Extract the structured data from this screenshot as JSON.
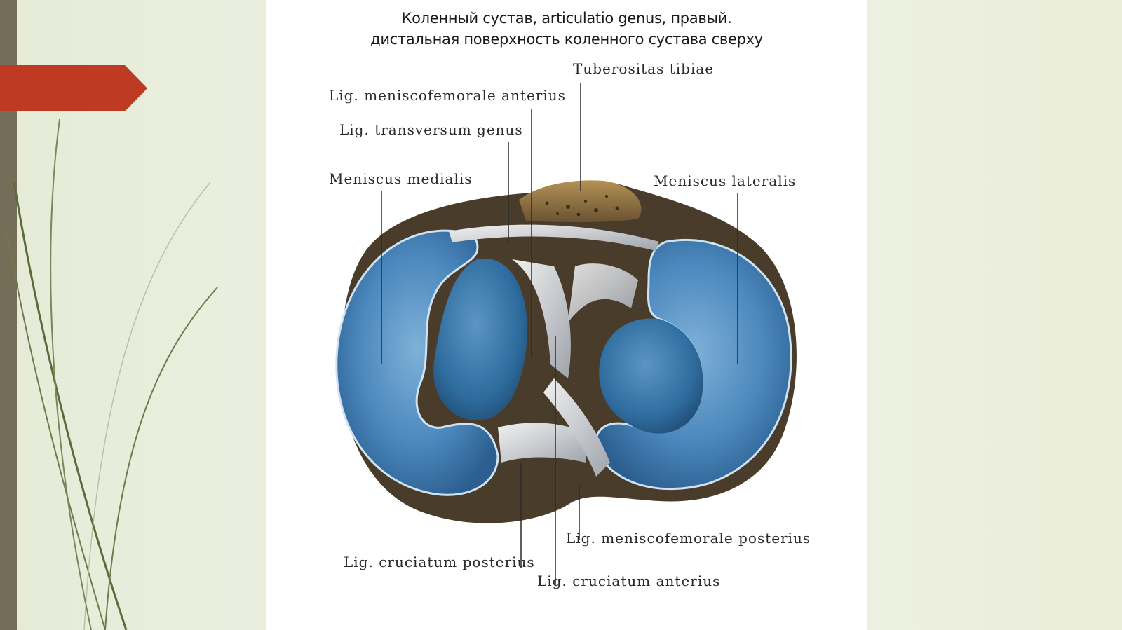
{
  "title": {
    "line1": "Коленный сустав, articulatio genus, правый.",
    "line2": "дистальная поверхность коленного сустава сверху"
  },
  "labels": {
    "tuberositas_tibiae": "Tuberositas tibiae",
    "lig_meniscofemorale_anterius": "Lig. meniscofemorale anterius",
    "lig_transversum_genus": "Lig. transversum genus",
    "meniscus_medialis": "Meniscus medialis",
    "meniscus_lateralis": "Meniscus lateralis",
    "lig_meniscofemorale_posterius": "Lig. meniscofemorale posterius",
    "lig_cruciatum_posterius": "Lig. cruciatum posterius",
    "lig_cruciatum_anterius": "Lig. cruciatum anterius"
  },
  "colors": {
    "accent_arrow": "#bf3a22",
    "left_bar": "#746e58",
    "meniscus_blue": "#3f7fb4",
    "cartilage_blue": "#2f6d9f",
    "tibia_brown": "#6b5436",
    "swoosh_green": "#5d6b3c"
  }
}
